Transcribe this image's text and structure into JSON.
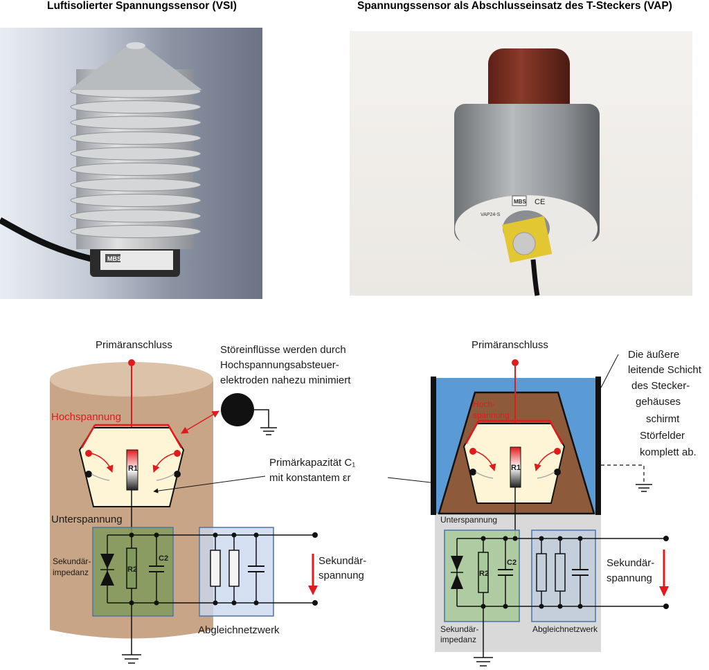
{
  "headers": {
    "left": "Luftisolierter Spannungssensor (VSI)",
    "right": "Spannungssensor als Abschlusseinsatz des T-Steckers (VAP)"
  },
  "left_diagram": {
    "primary": "Primäranschluss",
    "interference_1": "Störeinflüsse werden durch",
    "interference_2": "Hochspannungsabsteuer-",
    "interference_3": "elektroden nahezu minimiert",
    "high_voltage": "Hochspannung",
    "low_voltage": "Unterspannung",
    "cap_1": "Primärkapazität C₁",
    "cap_2": "mit konstantem εr",
    "secondary_imp_1": "Sekundär-",
    "secondary_imp_2": "impedanz",
    "secondary_v_1": "Sekundär-",
    "secondary_v_2": "spannung",
    "balance": "Abgleichnetzwerk",
    "r1": "R1",
    "r2": "R2",
    "c2": "C2"
  },
  "right_diagram": {
    "primary": "Primäranschluss",
    "high_voltage_1": "Hoch-",
    "high_voltage_2": "spannung",
    "low_voltage": "Unterspannung",
    "shield_1": "Die äußere",
    "shield_2": "leitende Schicht",
    "shield_3": "des Stecker-",
    "shield_4": "gehäuses",
    "shield_5": "schirmt",
    "shield_6": "Störfelder",
    "shield_7": "komplett ab.",
    "secondary_v_1": "Sekundär-",
    "secondary_v_2": "spannung",
    "secondary_imp_1": "Sekundär-",
    "secondary_imp_2": "impedanz",
    "balance": "Abgleichnetzwerk",
    "r1": "R1",
    "r2": "R2",
    "c2": "C2"
  },
  "photo_labels": {
    "vsi_brand": "MBS",
    "vap_brand": "MBS",
    "vap_ce": "CE",
    "vap_type": "VAP24-S"
  },
  "colors": {
    "red": "#e11b1b",
    "cylinder": "#c8a586",
    "cylinder_top": "#ddc2aa",
    "chamber": "#fdf5d5",
    "green_box": "#7f9a5c",
    "blue_box": "#c9d8ee",
    "vap_blue": "#5b9bd5",
    "vap_brown": "#8d5a3b",
    "vap_gray": "#d9d9d9"
  }
}
